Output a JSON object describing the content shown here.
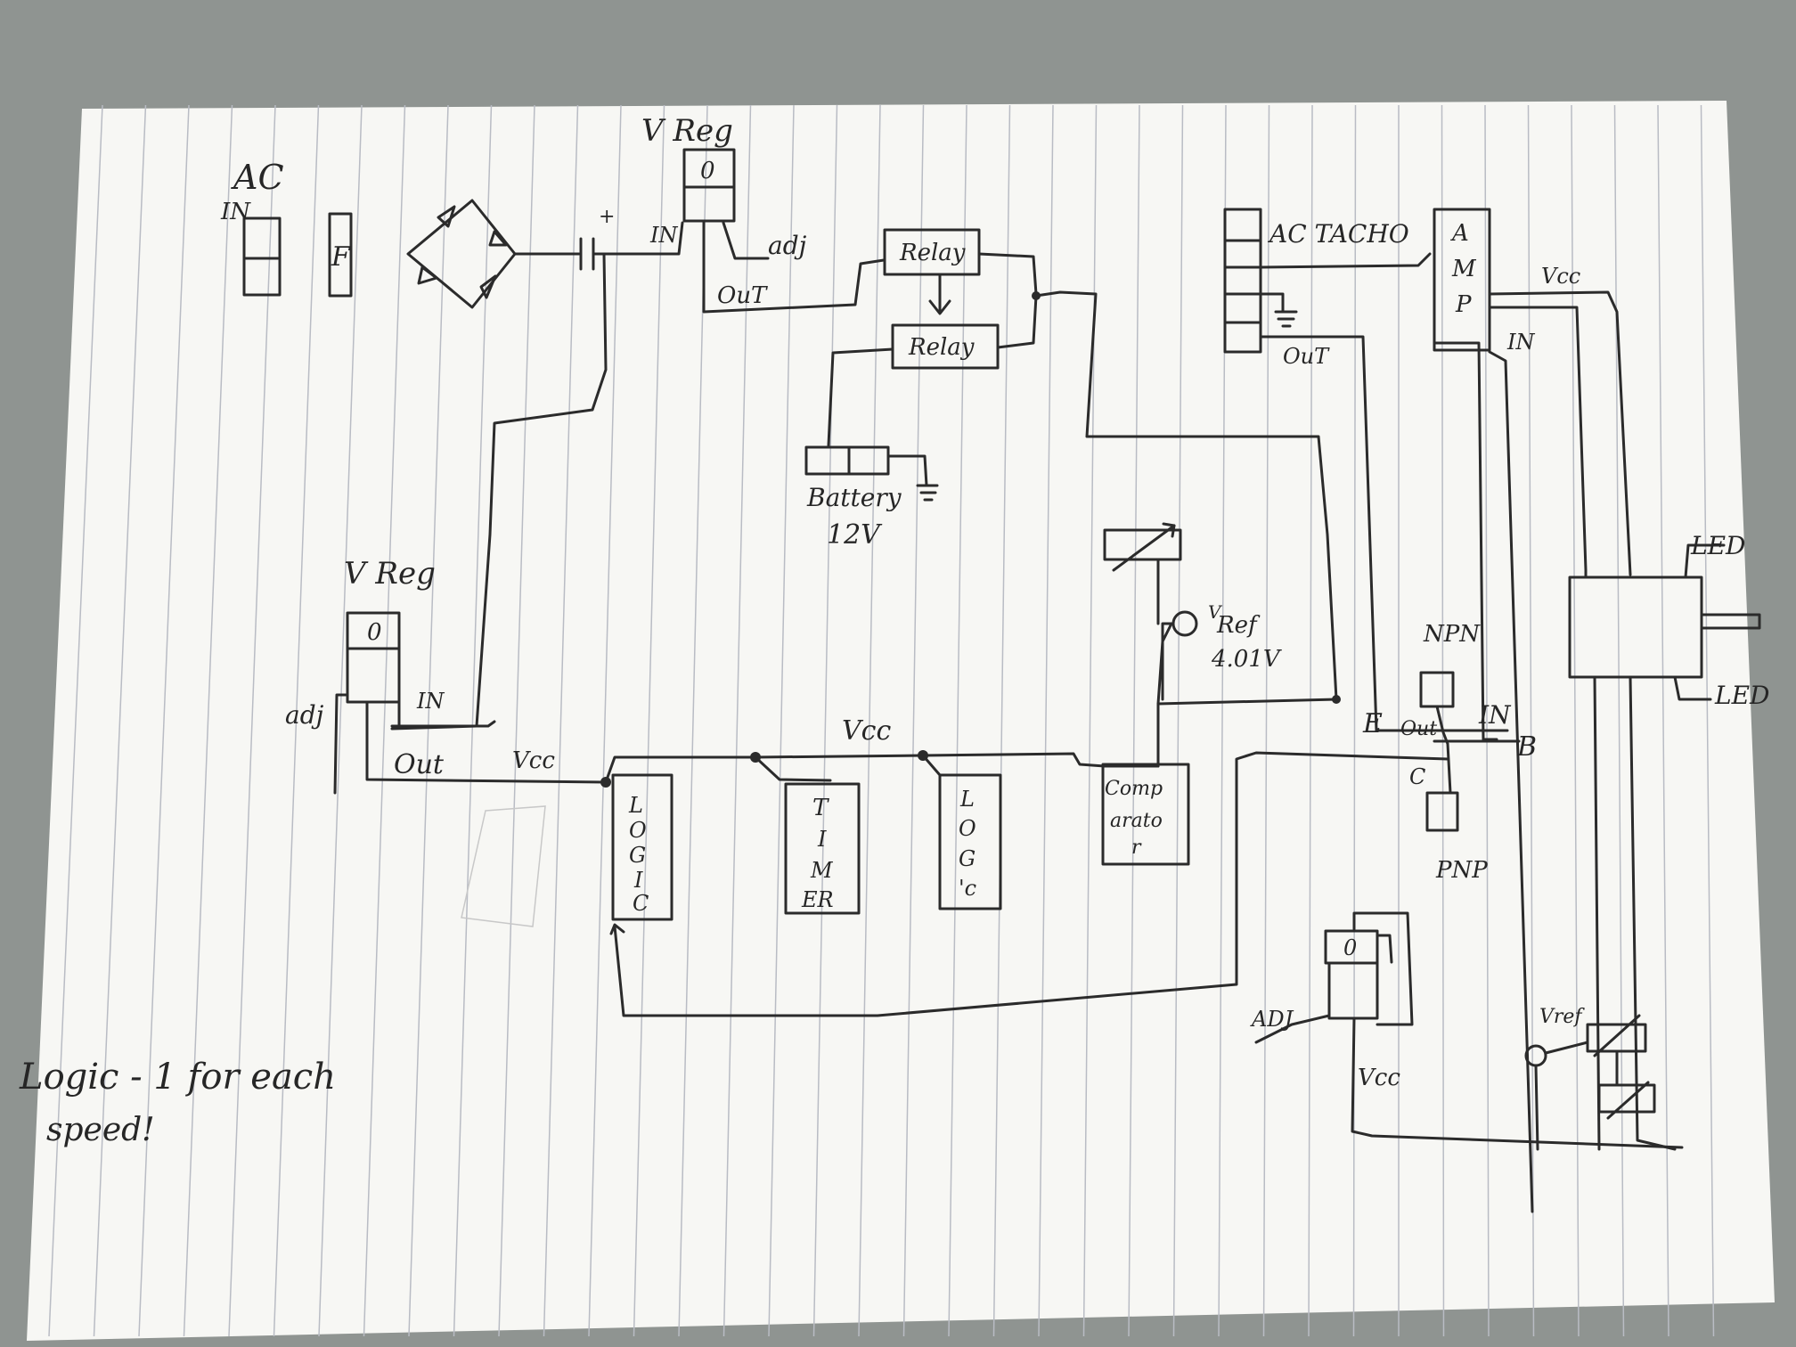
{
  "diagram": {
    "power_section": {
      "ac_input_label": "AC",
      "ac_input_sub": "IN",
      "fuse_label": "F",
      "cap_plus": "+",
      "vreg_top": {
        "title": "V Reg",
        "pin_mark": "0",
        "in": "IN",
        "adj": "adj",
        "out": "OuT"
      }
    },
    "relay_section": {
      "relay_upper": "Relay",
      "relay_lower": "Relay",
      "battery_label": "Battery",
      "battery_voltage": "12V"
    },
    "tacho_section": {
      "tacho_label": "AC TACHO",
      "tacho_out": "OuT",
      "amp_letters": [
        "A",
        "M",
        "P"
      ],
      "amp_vcc": "Vcc",
      "amp_in": "IN"
    },
    "vreg_left": {
      "title": "V Reg",
      "pin_mark": "0",
      "in": "IN",
      "adj": "adj",
      "out": "Out"
    },
    "logic_section": {
      "vcc_left": "Vcc",
      "vcc_bus": "Vcc",
      "logic_left": [
        "L",
        "O",
        "G",
        "I",
        "C"
      ],
      "timer": [
        "T",
        "I",
        "M",
        "ER"
      ],
      "logic_right": [
        "L",
        "O",
        "G",
        "'c"
      ],
      "comparator": [
        "Comp",
        "arato",
        "r"
      ]
    },
    "reference": {
      "vref": "V",
      "vref_sub": "Ref",
      "vref_value": "4.01V"
    },
    "transistors": {
      "npn": "NPN",
      "pnp": "PNP",
      "emitter": "E",
      "out": "Out",
      "in": "IN",
      "base": "B",
      "collector": "C"
    },
    "led_section": {
      "led_top": "LED",
      "led_bottom": "LED"
    },
    "vreg_bottom": {
      "pin_mark": "0",
      "adj": "ADJ",
      "vcc": "Vcc"
    },
    "trim_section": {
      "vref": "Vref"
    },
    "note": [
      "Logic - 1 for each",
      "speed!"
    ]
  }
}
